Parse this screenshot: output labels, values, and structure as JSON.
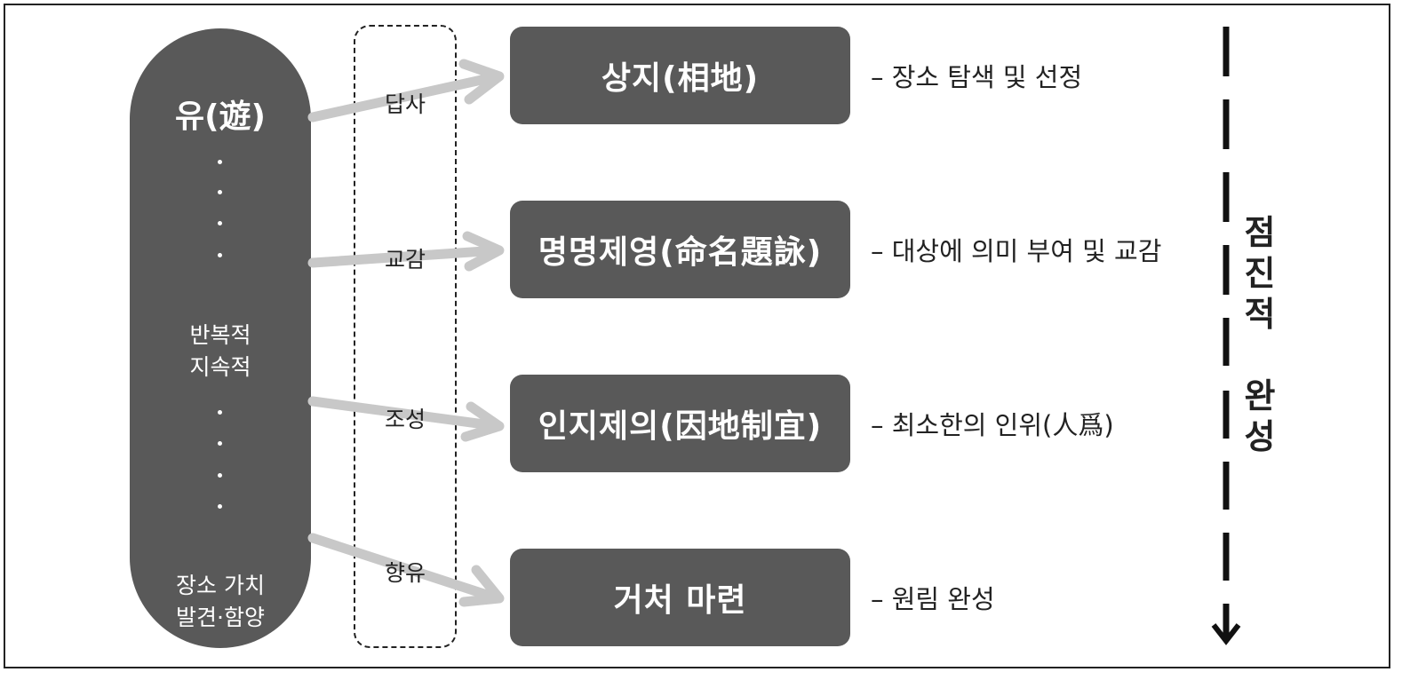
{
  "pill": {
    "title": "유(遊)",
    "middle_line1": "반복적",
    "middle_line2": "지속적",
    "bottom_line1": "장소 가치",
    "bottom_line2": "발견·함양"
  },
  "arrow_labels": [
    "답사",
    "교감",
    "조성",
    "향유"
  ],
  "stages": [
    {
      "title": "상지(相地)",
      "desc": "– 장소 탐색 및 선정"
    },
    {
      "title": "명명제영(命名題詠)",
      "desc": "– 대상에 의미 부여 및 교감"
    },
    {
      "title": "인지제의(因地制宜)",
      "desc": "– 최소한의 인위(人爲)"
    },
    {
      "title": "거처 마련",
      "desc": "– 원림 완성"
    }
  ],
  "progress": {
    "word1_char1": "점",
    "word1_char2": "진",
    "word1_char3": "적",
    "word2_char1": "완",
    "word2_char2": "성"
  },
  "colors": {
    "box_fill": "#595959",
    "arrow": "#c8c8c8",
    "text": "#222222"
  }
}
